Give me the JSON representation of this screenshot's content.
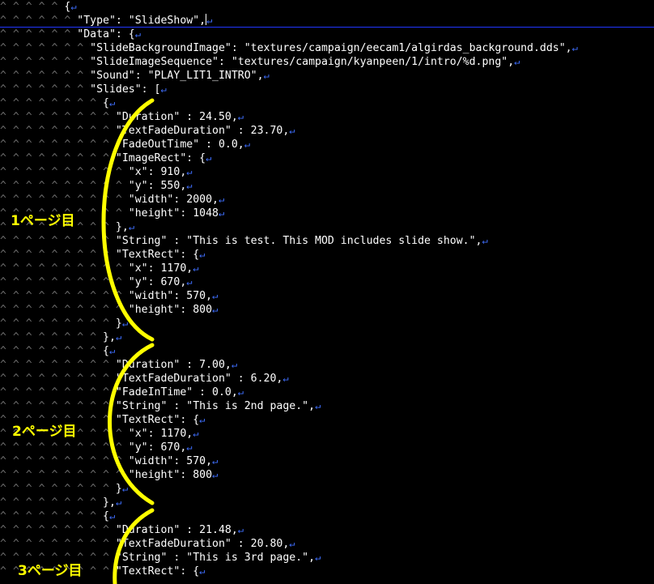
{
  "annotations": {
    "labels": [
      "1ページ目",
      "2ページ目",
      "3ページ目"
    ],
    "color": "#ffff00"
  },
  "colors": {
    "text": "#ffffff",
    "newline_marker": "#3f6fff",
    "indent_marker": "#6a6a6a",
    "cursor_line": "#2136ff"
  },
  "lines": [
    {
      "indent": 5,
      "text": "{",
      "nl": "↵"
    },
    {
      "indent": 6,
      "text": "\"Type\": \"SlideShow\",",
      "nl": "↵",
      "caret": true
    },
    {
      "indent": 6,
      "text": "\"Data\": {",
      "nl": "↵"
    },
    {
      "indent": 7,
      "text": "\"SlideBackgroundImage\": \"textures/campaign/eecam1/algirdas_background.dds\",",
      "nl": "↵"
    },
    {
      "indent": 7,
      "text": "\"SlideImageSequence\": \"textures/campaign/kyanpeen/1/intro/%d.png\",",
      "nl": "↵"
    },
    {
      "indent": 7,
      "text": "\"Sound\": \"PLAY_LIT1_INTRO\",",
      "nl": "↵"
    },
    {
      "indent": 7,
      "text": "\"Slides\": [",
      "nl": "↵"
    },
    {
      "indent": 8,
      "text": "{",
      "nl": "↵"
    },
    {
      "indent": 9,
      "text": "\"Duration\" : 24.50,",
      "nl": "↵"
    },
    {
      "indent": 9,
      "text": "\"TextFadeDuration\" : 23.70,",
      "nl": "↵"
    },
    {
      "indent": 9,
      "text": "\"FadeOutTime\" : 0.0,",
      "nl": "↵"
    },
    {
      "indent": 9,
      "text": "\"ImageRect\": {",
      "nl": "↵"
    },
    {
      "indent": 10,
      "text": "\"x\": 910,",
      "nl": "↵"
    },
    {
      "indent": 10,
      "text": "\"y\": 550,",
      "nl": "↵"
    },
    {
      "indent": 10,
      "text": "\"width\": 2000,",
      "nl": "↵"
    },
    {
      "indent": 10,
      "text": "\"height\": 1048",
      "nl": "↵"
    },
    {
      "indent": 9,
      "text": "},",
      "nl": "↵"
    },
    {
      "indent": 9,
      "text": "\"String\" : \"This is test. This MOD includes slide show.\",",
      "nl": "↵"
    },
    {
      "indent": 9,
      "text": "\"TextRect\": {",
      "nl": "↵"
    },
    {
      "indent": 10,
      "text": "\"x\": 1170,",
      "nl": "↵"
    },
    {
      "indent": 10,
      "text": "\"y\": 670,",
      "nl": "↵"
    },
    {
      "indent": 10,
      "text": "\"width\": 570,",
      "nl": "↵"
    },
    {
      "indent": 10,
      "text": "\"height\": 800",
      "nl": "↵"
    },
    {
      "indent": 9,
      "text": "}",
      "nl": "↵"
    },
    {
      "indent": 8,
      "text": "},",
      "nl": "↵"
    },
    {
      "indent": 8,
      "text": "{",
      "nl": "↵"
    },
    {
      "indent": 9,
      "text": "\"Duration\" : 7.00,",
      "nl": "↵"
    },
    {
      "indent": 9,
      "text": "\"TextFadeDuration\" : 6.20,",
      "nl": "↵"
    },
    {
      "indent": 9,
      "text": "\"FadeInTime\" : 0.0,",
      "nl": "↵"
    },
    {
      "indent": 9,
      "text": "\"String\" : \"This is 2nd page.\",",
      "nl": "↵"
    },
    {
      "indent": 9,
      "text": "\"TextRect\": {",
      "nl": "↵"
    },
    {
      "indent": 10,
      "text": "\"x\": 1170,",
      "nl": "↵"
    },
    {
      "indent": 10,
      "text": "\"y\": 670,",
      "nl": "↵"
    },
    {
      "indent": 10,
      "text": "\"width\": 570,",
      "nl": "↵"
    },
    {
      "indent": 10,
      "text": "\"height\": 800",
      "nl": "↵"
    },
    {
      "indent": 9,
      "text": "}",
      "nl": "↵"
    },
    {
      "indent": 8,
      "text": "},",
      "nl": "↵"
    },
    {
      "indent": 8,
      "text": "{",
      "nl": "↵"
    },
    {
      "indent": 9,
      "text": "\"Duration\" : 21.48,",
      "nl": "↵"
    },
    {
      "indent": 9,
      "text": "\"TextFadeDuration\" : 20.80,",
      "nl": "↵"
    },
    {
      "indent": 9,
      "text": "\"String\" : \"This is 3rd page.\",",
      "nl": "↵"
    },
    {
      "indent": 9,
      "text": "\"TextRect\": {",
      "nl": "↵"
    }
  ]
}
